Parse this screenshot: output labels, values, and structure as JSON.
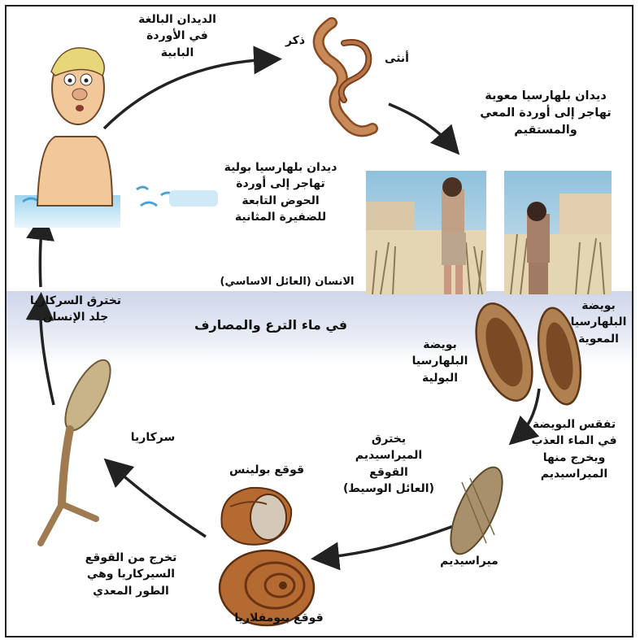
{
  "labels": {
    "adult_worms": "الديدان البالغة\nفي الأوردة البابية",
    "male": "ذكر",
    "female": "أنثى",
    "intestinal_worms": "ديدان بلهارسيا معوية\nتهاجر إلى أوردة المعي\nوالمستقيم",
    "urinary_worms": "ديدان بلهارسيا بولية\nتهاجر إلى أوردة\nالحوض التابعة\nللضفيرة المثانية",
    "definitive_host": "الانسان (العائل الاساسي)",
    "canal_water": "في ماء الترع والمصارف",
    "cercaria_penetrate": "تخترق السركاريا\nجلد الإنسان",
    "intestinal_egg": "بويضة\nالبلهارسيا\nالمعوية",
    "urinary_egg": "بويضة\nالبلهارسيا\nالبولية",
    "hatching": "تفقس البويضة\nفي الماء العذب\nويخرج منها\nالميراسيديم",
    "miracidium_penetrate": "يخترق\nالميراسيديم\nالقوقع\n(العائل الوسيط)",
    "bulinus": "قوقع بولينس",
    "cercaria": "سركاريا",
    "miracidium": "ميراسيديم",
    "biomphalaria": "قوقع بيومفلاريا",
    "cercaria_exit": "تخرج من القوقع\nالسيركاريا وهي\nالطور المعدي"
  },
  "colors": {
    "band": "#d6dcee",
    "arrow": "#222222",
    "worm": "#b5683a",
    "egg": "#7a4a25",
    "shell": "#b56a32"
  },
  "icons": [
    "human-figure",
    "worm-pair-icon",
    "boy-photo",
    "eggs-icon",
    "miracidium-icon",
    "bulinus-snail-icon",
    "biomphalaria-snail-icon",
    "cercaria-icon"
  ]
}
